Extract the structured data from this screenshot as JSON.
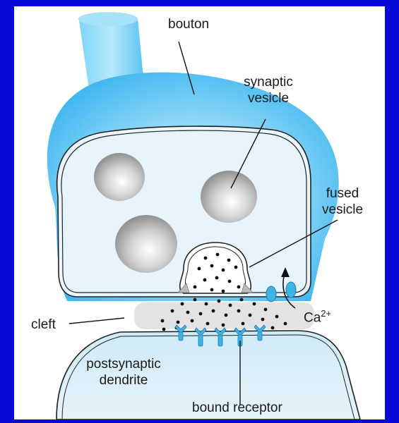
{
  "diagram": {
    "labels": {
      "bouton": "bouton",
      "synaptic_vesicle": [
        "synaptic",
        "vesicle"
      ],
      "fused_vesicle": [
        "fused",
        "vesicle"
      ],
      "calcium": "Ca",
      "calcium_charge": "2+",
      "cleft": "cleft",
      "postsynaptic_dendrite": [
        "postsynaptic",
        "dendrite"
      ],
      "bound_receptor": "bound receptor"
    },
    "colors": {
      "background": "#0a0ad8",
      "panel": "#ffffff",
      "membrane_glow": "#4fc3f7",
      "cytoplasm": "#e8f4fc",
      "cleft": "#e3e3e3",
      "receptor": "#3fb3e3",
      "vesicle_gray": "#a9a9a9",
      "outline": "#222222"
    }
  }
}
